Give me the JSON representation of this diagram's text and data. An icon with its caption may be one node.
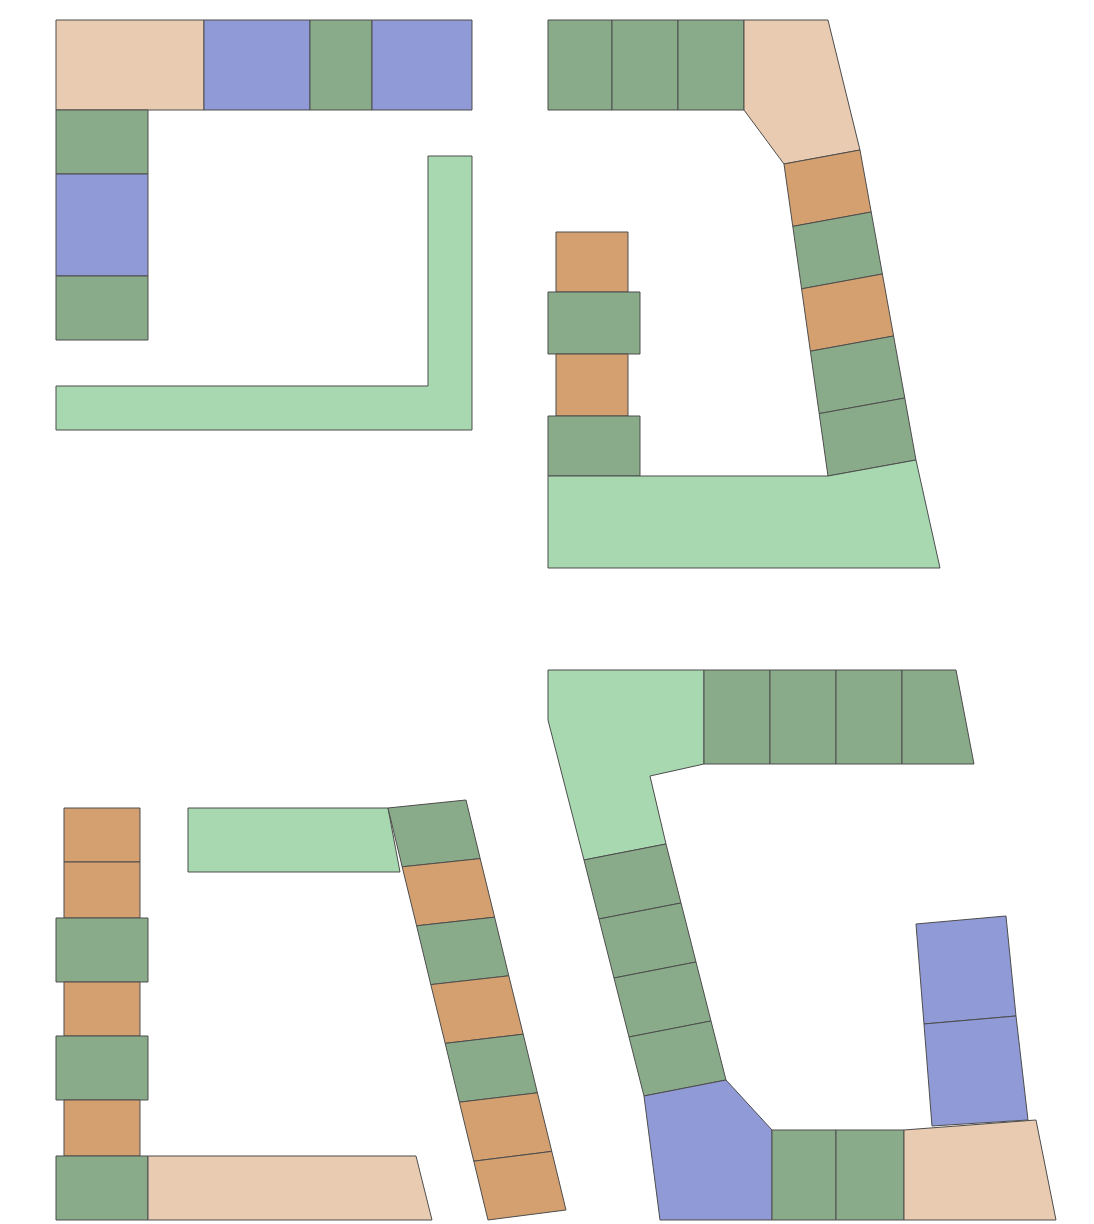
{
  "diagram": {
    "nodes": [
      {
        "text": [],
        "shape": "box"
      },
      {
        "text": [],
        "shape": "box"
      },
      {
        "text": [],
        "shape": "box"
      },
      {
        "text": [],
        "shape": "box"
      },
      {
        "text": [],
        "shape": "box"
      },
      {
        "text": [],
        "shape": "box"
      },
      {
        "text": [],
        "shape": "box"
      },
      {
        "text": [],
        "shape": "box"
      },
      {
        "text": [],
        "shape": "box"
      },
      {
        "text": [],
        "shape": "box"
      },
      {
        "text": [],
        "shape": "box"
      },
      {
        "text": [],
        "shape": "box"
      },
      {
        "text": [],
        "shape": "box"
      },
      {
        "text": [],
        "shape": "box"
      },
      {
        "text": [],
        "shape": "box"
      },
      {
        "text": [],
        "shape": "box"
      },
      {
        "text": [],
        "shape": "box"
      },
      {
        "text": [],
        "shape": "box"
      },
      {
        "text": [],
        "shape": "box"
      },
      {
        "text": [],
        "shape": "box"
      },
      {
        "text": [],
        "shape": "box"
      },
      {
        "text": [],
        "shape": "box"
      },
      {
        "text": [],
        "shape": "box"
      },
      {
        "text": [],
        "shape": "box"
      },
      {
        "text": [],
        "shape": "box"
      },
      {
        "text": [],
        "shape": "box"
      },
      {
        "text": [],
        "shape": "box"
      },
      {
        "text": [],
        "shape": "box"
      },
      {
        "text": [],
        "shape": "box"
      },
      {
        "text": [],
        "shape": "box"
      },
      {
        "text": [],
        "shape": "box"
      },
      {
        "text": [],
        "shape": "box"
      },
      {
        "text": [],
        "shape": "box"
      },
      {
        "text": [],
        "shape": "box"
      },
      {
        "text": [],
        "shape": "box"
      },
      {
        "text": [],
        "shape": "box"
      },
      {
        "text": [],
        "shape": "box"
      },
      {
        "text": [],
        "shape": "box"
      },
      {
        "text": [],
        "shape": "box"
      },
      {
        "text": [],
        "shape": "box"
      },
      {
        "text": [],
        "shape": "box"
      },
      {
        "text": [],
        "shape": "box"
      },
      {
        "text": [],
        "shape": "box"
      },
      {
        "text": [],
        "shape": "box"
      },
      {
        "text": [],
        "shape": "box"
      },
      {
        "text": [],
        "shape": "box"
      },
      {
        "text": [],
        "shape": "box"
      },
      {
        "text": [],
        "shape": "box"
      },
      {
        "text": [],
        "shape": "box"
      },
      {
        "text": [],
        "shape": "box"
      },
      {
        "text": [],
        "shape": "box"
      },
      {
        "text": [],
        "shape": "box"
      },
      {
        "text": [],
        "shape": "box"
      }
    ]
  }
}
